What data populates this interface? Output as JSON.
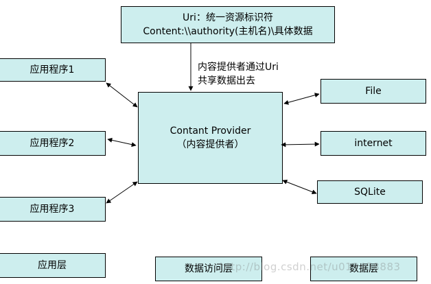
{
  "uri_box": {
    "line1": "Uri：统一资源标识符",
    "line2": "Content:\\\\authority(主机名)\\具体数据"
  },
  "note": {
    "line1": "内容提供者通过Uri",
    "line2": "共享数据出去"
  },
  "apps": {
    "app1": "应用程序1",
    "app2": "应用程序2",
    "app3": "应用程序3"
  },
  "provider": {
    "line1": "Contant Provider",
    "line2": "（内容提供者）"
  },
  "sources": {
    "file": "File",
    "internet": "internet",
    "sqlite": "SQLite"
  },
  "layers": {
    "app_layer": "应用层",
    "data_access_layer": "数据访问层",
    "data_layer": "数据层"
  },
  "watermark": "http://blog.csdn.net/u013458883"
}
